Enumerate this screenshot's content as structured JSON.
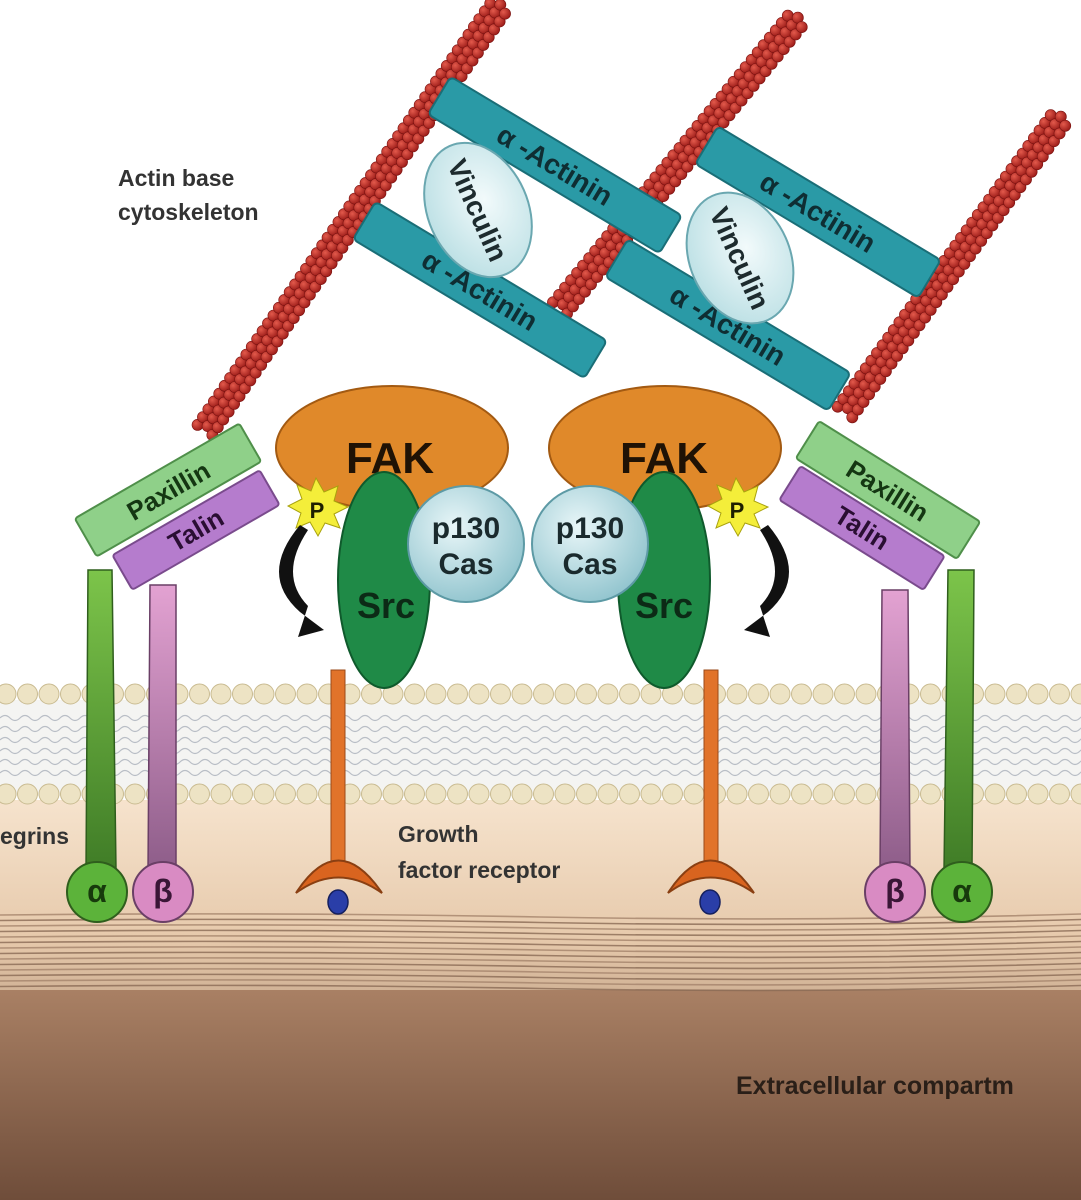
{
  "labels": {
    "actin_line1": "Actin base",
    "actin_line2": "cytoskeleton",
    "integrins": "egrins",
    "gfr_line1": "Growth",
    "gfr_line2": "factor receptor",
    "extracellular": "Extracellular compartm"
  },
  "proteins": {
    "actinin": "α -Actinin",
    "vinculin": "Vinculin",
    "paxillin": "Paxillin",
    "talin": "Talin",
    "fak": "FAK",
    "src": "Src",
    "p130_line1": "p130",
    "p130_line2": "Cas",
    "phospho": "P",
    "alpha": "α",
    "beta": "β"
  },
  "colors": {
    "actin": "#b42020",
    "actinin": "#2a9aa6",
    "vinculin": "#d6ecee",
    "paxillin": "#8fd089",
    "talin": "#b57ccd",
    "fak": "#e0892a",
    "src": "#1f8a47",
    "p130": "#a7d4dc",
    "alpha_stalk": "#6fb63d",
    "beta_stalk": "#d98bc3",
    "receptor": "#e1732a",
    "membrane_head": "#ede3c4",
    "extracellular_top": "#f6e3cd",
    "extracellular_bottom": "#7e5a44"
  }
}
